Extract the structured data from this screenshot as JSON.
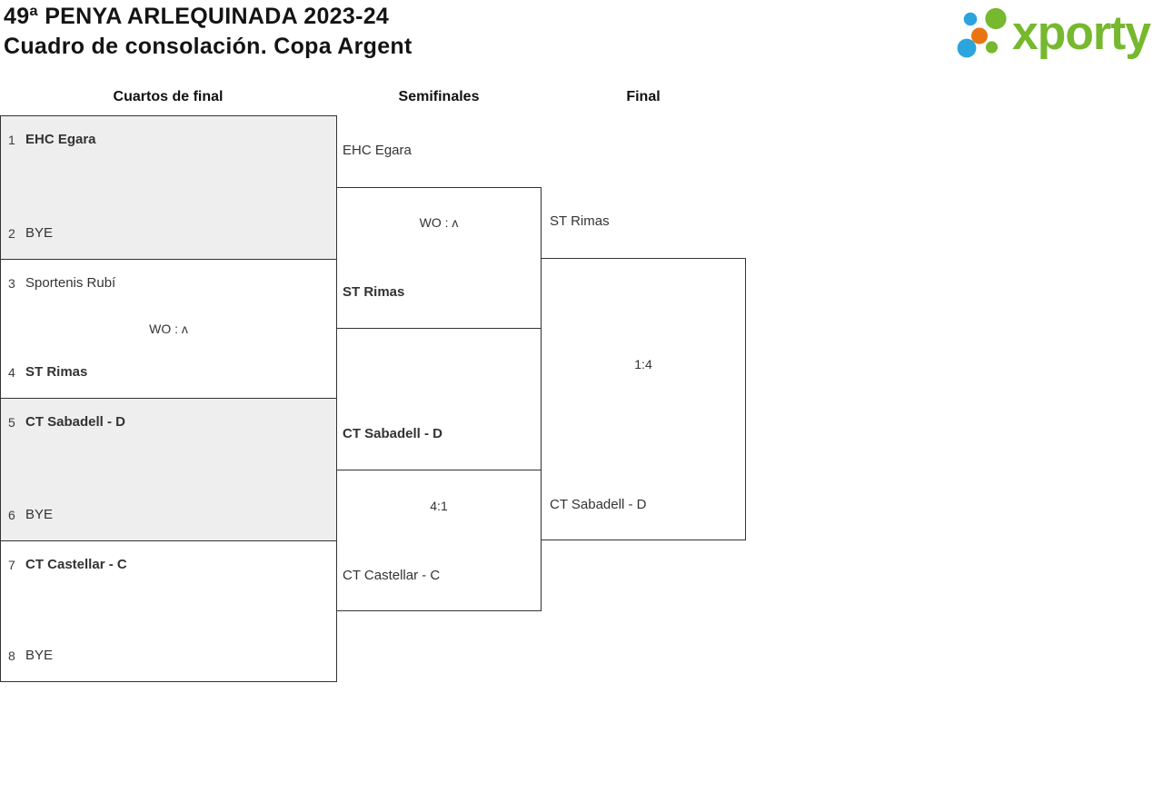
{
  "header": {
    "title_line1": "49ª PENYA ARLEQUINADA 2023-24",
    "title_line2": "Cuadro de consolación. Copa Argent"
  },
  "logo": {
    "text": "xporty"
  },
  "rounds": {
    "quarterfinals": "Cuartos de final",
    "semifinals": "Semifinales",
    "final": "Final"
  },
  "bracket": {
    "quarterfinals": [
      {
        "seed1": "1",
        "team1": "EHC Egara",
        "seed2": "2",
        "team2": "BYE",
        "score": ""
      },
      {
        "seed1": "3",
        "team1": "Sportenis Rubí",
        "seed2": "4",
        "team2": "ST Rimas",
        "score": "WO : ʌ"
      },
      {
        "seed1": "5",
        "team1": "CT Sabadell - D",
        "seed2": "6",
        "team2": "BYE",
        "score": ""
      },
      {
        "seed1": "7",
        "team1": "CT Castellar - C",
        "seed2": "8",
        "team2": "BYE",
        "score": ""
      }
    ],
    "semifinals": [
      {
        "team1": "EHC Egara",
        "team2": "ST Rimas",
        "score": "WO : ʌ"
      },
      {
        "team1": "CT Sabadell - D",
        "team2": "CT Castellar - C",
        "score": "4:1"
      }
    ],
    "final": {
      "team1": "ST Rimas",
      "team2": "CT Sabadell - D",
      "score": "1:4"
    }
  },
  "colors": {
    "shaded_box_fill": "#eeeeee",
    "border": "#333333",
    "text": "#333333",
    "logo_green": "#76b82e",
    "logo_blue": "#2ba5dc",
    "logo_orange": "#e87511"
  }
}
